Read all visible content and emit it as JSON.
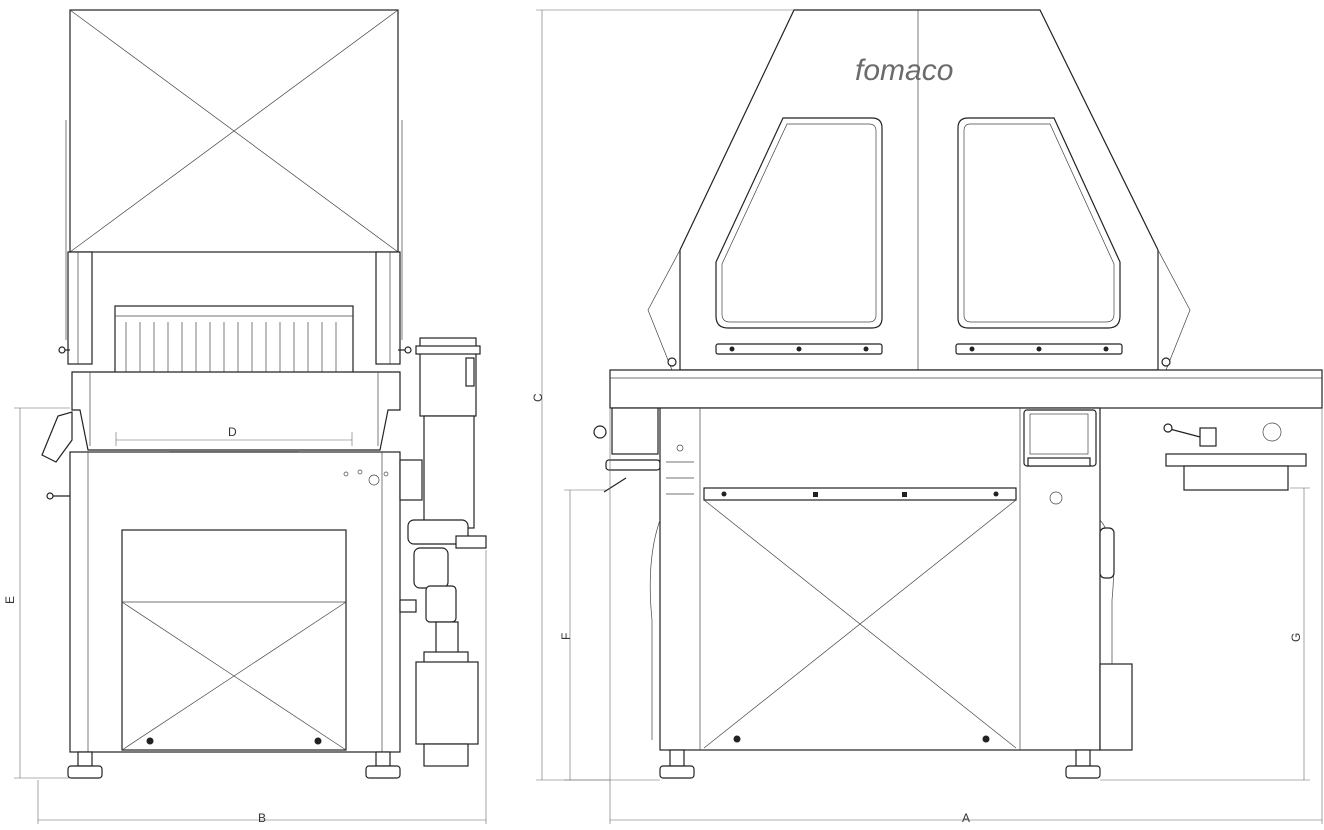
{
  "brand": "fomaco",
  "dimensions": {
    "A": "A",
    "B": "B",
    "C": "C",
    "D": "D",
    "E": "E",
    "F": "F",
    "G": "G"
  }
}
